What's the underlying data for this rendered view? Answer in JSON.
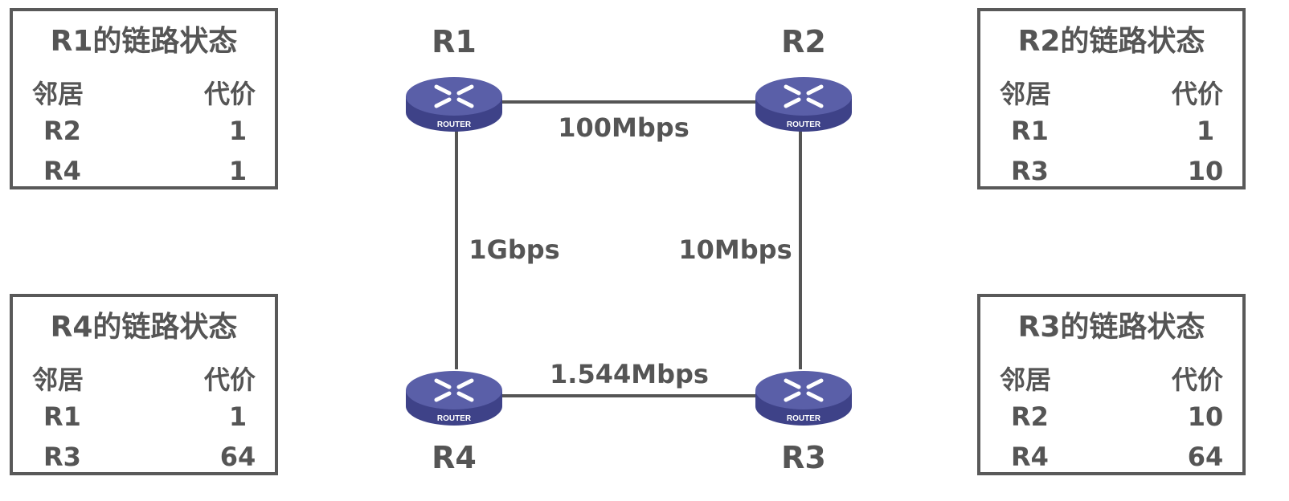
{
  "tables": [
    {
      "id": "r1",
      "title": "R1的链路状态",
      "col_neighbor": "邻居",
      "col_cost": "代价",
      "rows": [
        {
          "neighbor": "R2",
          "cost": "1"
        },
        {
          "neighbor": "R4",
          "cost": "1"
        }
      ]
    },
    {
      "id": "r2",
      "title": "R2的链路状态",
      "col_neighbor": "邻居",
      "col_cost": "代价",
      "rows": [
        {
          "neighbor": "R1",
          "cost": "1"
        },
        {
          "neighbor": "R3",
          "cost": "10"
        }
      ]
    },
    {
      "id": "r4",
      "title": "R4的链路状态",
      "col_neighbor": "邻居",
      "col_cost": "代价",
      "rows": [
        {
          "neighbor": "R1",
          "cost": "1"
        },
        {
          "neighbor": "R3",
          "cost": "64"
        }
      ]
    },
    {
      "id": "r3",
      "title": "R3的链路状态",
      "col_neighbor": "邻居",
      "col_cost": "代价",
      "rows": [
        {
          "neighbor": "R2",
          "cost": "10"
        },
        {
          "neighbor": "R4",
          "cost": "64"
        }
      ]
    }
  ],
  "routers": [
    {
      "name": "R1",
      "badge": "ROUTER"
    },
    {
      "name": "R2",
      "badge": "ROUTER"
    },
    {
      "name": "R3",
      "badge": "ROUTER"
    },
    {
      "name": "R4",
      "badge": "ROUTER"
    }
  ],
  "links": {
    "r1_r2": "100Mbps",
    "r1_r4": "1Gbps",
    "r2_r3": "10Mbps",
    "r4_r3": "1.544Mbps"
  },
  "colors": {
    "router": "#5a5fa8",
    "text": "#555555"
  }
}
